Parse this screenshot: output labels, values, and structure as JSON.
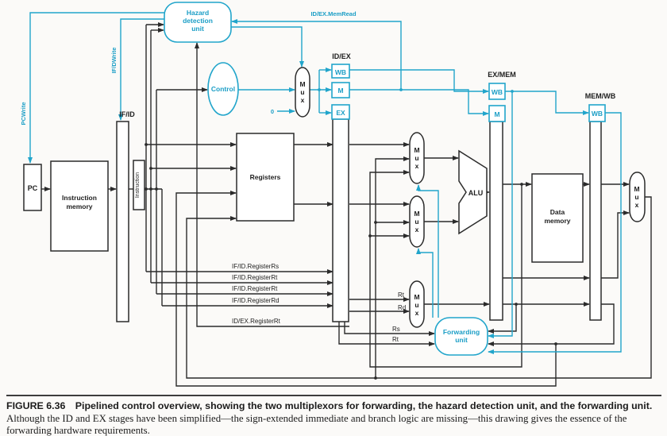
{
  "colors": {
    "accent_cyan": "#21a5cb",
    "wire_black": "#2b2b2b",
    "background": "#fbfaf8"
  },
  "blocks": {
    "pc": "PC",
    "imem1": "Instruction",
    "imem2": "memory",
    "ifid": "IF/ID",
    "instruction": "Instruction",
    "registers": "Registers",
    "idex": "ID/EX",
    "exmem": "EX/MEM",
    "memwb": "MEM/WB",
    "wb": "WB",
    "m": "M",
    "ex": "EX",
    "dmem1": "Data",
    "dmem2": "memory",
    "alu": "ALU",
    "mux_m": "M",
    "mux_u": "u",
    "mux_x": "x",
    "hazard1": "Hazard",
    "hazard2": "detection",
    "hazard3": "unit",
    "control": "Control",
    "fwd1": "Forwarding",
    "fwd2": "unit"
  },
  "signals": {
    "pcwrite": "PCWrite",
    "ifdwrite": "IF/DWrite",
    "memread": "ID/EX.MemRead",
    "zero": "0",
    "lines": [
      "IF/ID.RegisterRs",
      "IF/ID.RegisterRt",
      "IF/ID.RegisterRt",
      "IF/ID.RegisterRd",
      "ID/EX.RegisterRt"
    ],
    "rt": "Rt",
    "rd": "Rd",
    "rs": "Rs"
  },
  "caption": {
    "bold": "FIGURE 6.36　Pipelined control overview, showing the two multiplexors for forwarding, the hazard detection unit, and the forwarding unit.",
    "regular": "Although the ID and EX stages have been simplified—the sign-extended immediate and branch logic are missing—this drawing gives the essence of the forwarding hardware requirements."
  }
}
